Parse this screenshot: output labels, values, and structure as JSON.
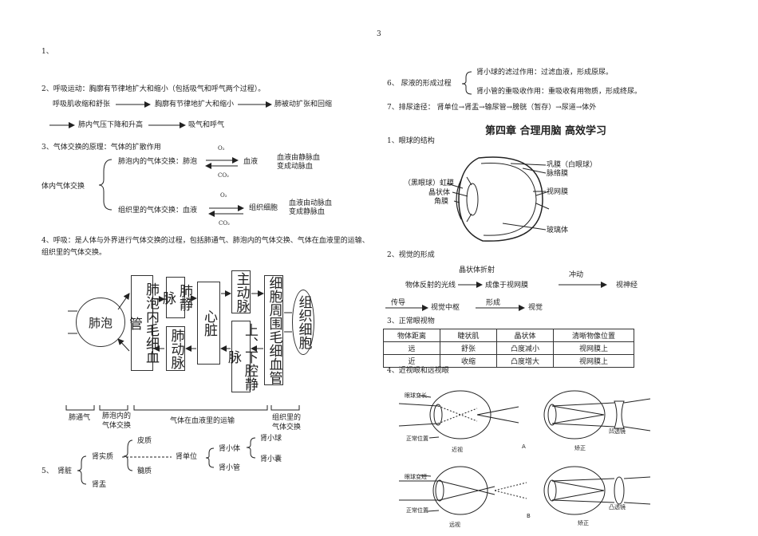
{
  "page_number": "3",
  "left": {
    "item1": "1、",
    "item2": "2、呼吸运动：胸廓有节律地扩大和缩小（包括吸气和呼气两个过程）。",
    "flow1": [
      "呼吸肌收缩和舒张",
      "胸廓有节律地扩大和缩小",
      "肺被动扩张和回缩"
    ],
    "flow2": [
      "肺内气压下降和升高",
      "吸气和呼气"
    ],
    "item3": "3、气体交换的原理：气体的扩散作用",
    "exchange": {
      "group_label": "体内气体交换",
      "lung_label": "肺泡内的气体交换：肺泡",
      "lung_target": "血液",
      "lung_result_1": "血液由静脉血",
      "lung_result_2": "变成动脉血",
      "tissue_label": "组织里的气体交换：血液",
      "tissue_target": "组织细胞",
      "tissue_result_1": "血液由动脉血",
      "tissue_result_2": "变成静脉血",
      "o2": "O₂",
      "co2": "CO₂"
    },
    "item4_line1": "4、呼吸：是人体与外界进行气体交换的过程，包括肺通气、肺泡内的气体交换、气体在血液里的运输、",
    "item4_line2": "组织里的气体交换。",
    "diagram": {
      "alveolus": "肺泡",
      "capillary": "肺泡内毛细血管",
      "pulm_vein": "肺静脉",
      "pulm_artery": "肺动脉",
      "heart": "心脏",
      "aorta": "主动脉",
      "vena_cava": "上、下腔静脉",
      "tissue_cap": "细胞周围毛细血管",
      "tissue_cell": "组织细胞",
      "cap_ventilation": "肺通气",
      "cap_alveolar_1": "肺泡内的",
      "cap_alveolar_2": "气体交换",
      "cap_transport": "气体在血液里的运输",
      "cap_tissue_1": "组织里的",
      "cap_tissue_2": "气体交换"
    },
    "kidney": {
      "num": "5、",
      "kidney": "肾脏",
      "parenchyma": "肾实质",
      "cortex": "皮质",
      "medulla": "髓质",
      "unit": "肾单位",
      "corpuscle": "肾小体",
      "glomerulus": "肾小球",
      "capsule": "肾小囊",
      "tubule": "肾小管",
      "pelvis": "肾盂"
    }
  },
  "right": {
    "item6_label": "6、  尿液的形成过程",
    "item6_a": "肾小球的滤过作用：过滤血液，形成原尿。",
    "item6_b": "肾小管的重吸收作用：重吸收有用物质，形成终尿。",
    "item7": "7、排尿途径：   肾单位→肾盂→输尿管→膀胱（暂存）→尿道→体外",
    "chapter": "第四章  合理用脑  高效学习",
    "eye_title": "1、眼球的结构",
    "eye_labels": {
      "sclera": "巩膜（白眼球）",
      "choroid": "脉络膜",
      "iris": "（黑眼球）虹膜",
      "lens": "晶状体",
      "cornea": "角膜",
      "retina": "视网膜",
      "vitreous": "玻璃体"
    },
    "vision_title": "2、视觉的形成",
    "vision": {
      "refract": "晶状体折射",
      "light": "物体反射的光线",
      "image": "成像于视网膜",
      "impulse": "冲动",
      "nerve": "视神经",
      "conduct": "传导",
      "center": "视觉中枢",
      "form": "形成",
      "sight": "视觉"
    },
    "normal_title": "3、正常眼视物",
    "table": {
      "headers": [
        "物体距离",
        "睫状肌",
        "晶状体",
        "清晰物像位置"
      ],
      "rows": [
        [
          "远",
          "舒张",
          "凸度减小",
          "视网膜上"
        ],
        [
          "近",
          "收缩",
          "凸度增大",
          "视网膜上"
        ]
      ]
    },
    "myopia_title": "4、近视眼和远视眼",
    "lens_labels": {
      "long_axis": "眼球变长",
      "normal_pos": "正常位置",
      "myopia": "近视",
      "a": "A",
      "correct": "矫正",
      "concave": "凹透镜",
      "short_axis": "眼球变短",
      "normal_pos2": "正常位置",
      "hyperopia": "远视",
      "b": "B",
      "correct2": "矫正",
      "convex": "凸透镜"
    }
  }
}
